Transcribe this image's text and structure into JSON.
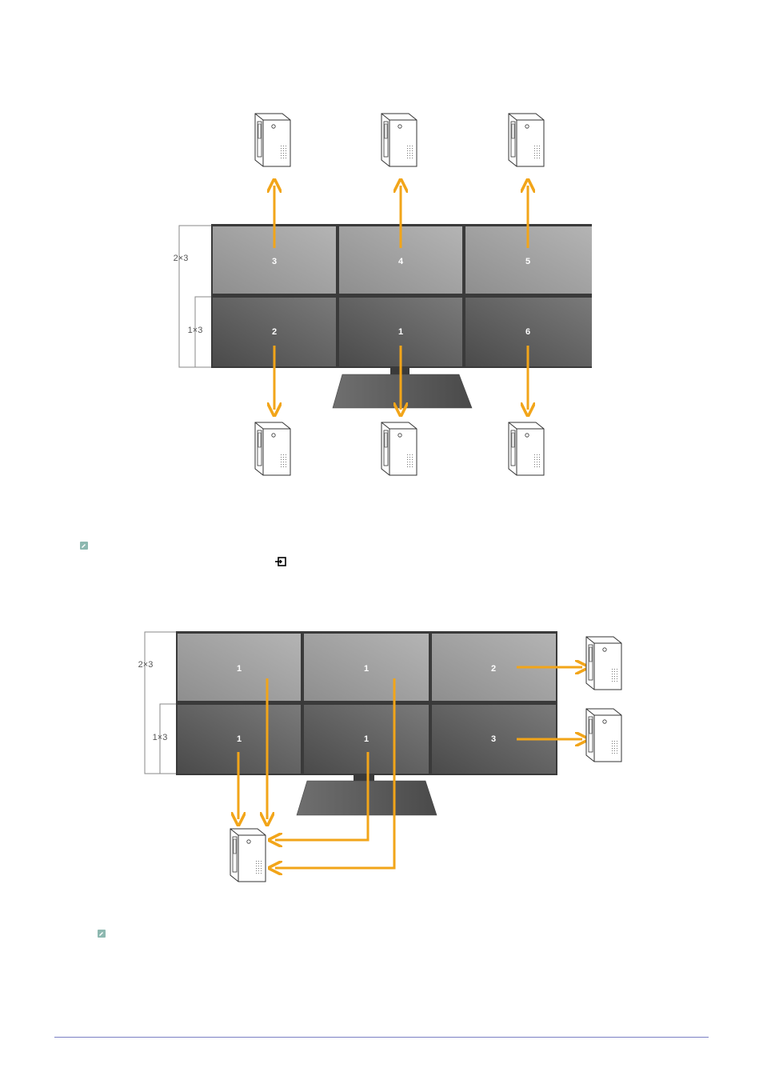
{
  "colors": {
    "arrow": "#F2A519",
    "footer_rule": "#7B7FC4",
    "note_icon": "#8DB8B0",
    "panel_top": "#A4A4A4",
    "panel_bottom": "#5E5E5E",
    "bezel": "#3A3A3A"
  },
  "diagram1": {
    "label_2x3": "2×3",
    "label_1x3": "1×3",
    "screens": [
      "3",
      "4",
      "5",
      "2",
      "1",
      "6"
    ]
  },
  "diagram2": {
    "label_2x3": "2×3",
    "label_1x3": "1×3",
    "screens": [
      "1",
      "1",
      "2",
      "1",
      "1",
      "3"
    ]
  },
  "icons": {
    "note1": "note-icon",
    "note2": "note-icon",
    "input_source": "input-source-icon",
    "pc_tower": "pc-tower-icon"
  }
}
